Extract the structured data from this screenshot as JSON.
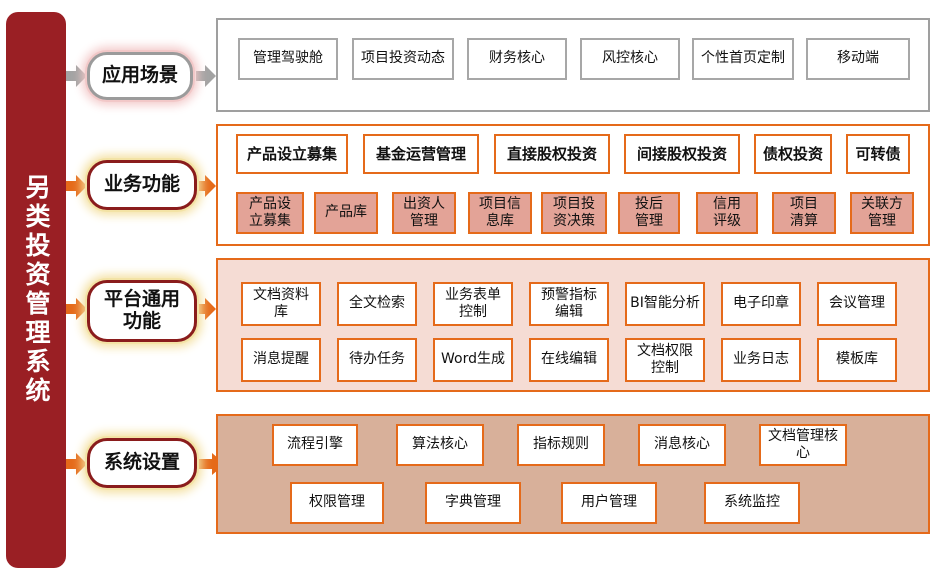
{
  "title": "另类投资管理系统",
  "colors": {
    "maroon": "#9a1f24",
    "orange": "#e56a1a",
    "gray": "#9f9f9f",
    "pink_panel": "#f5dcd4",
    "tan_panel": "#d8b09a",
    "sub_box": "#e3a397"
  },
  "rows": {
    "scenarios": {
      "label": "应用场景",
      "items": [
        "管理驾驶舱",
        "项目投资动态",
        "财务核心",
        "风控核心",
        "个性首页定制",
        "移动端"
      ]
    },
    "business": {
      "label": "业务功能",
      "main": [
        "产品设立募集",
        "基金运营管理",
        "直接股权投资",
        "间接股权投资",
        "债权投资",
        "可转债"
      ],
      "sub": [
        "产品设\n立募集",
        "产品库",
        "出资人\n管理",
        "项目信\n息库",
        "项目投\n资决策",
        "投后\n管理",
        "信用\n评级",
        "项目\n清算",
        "关联方\n管理"
      ]
    },
    "platform": {
      "label": "平台通用\n功能",
      "row1": [
        "文档资料\n库",
        "全文检索",
        "业务表单\n控制",
        "预警指标\n编辑",
        "BI智能分析",
        "电子印章",
        "会议管理"
      ],
      "row2": [
        "消息提醒",
        "待办任务",
        "Word生成",
        "在线编辑",
        "文档权限\n控制",
        "业务日志",
        "模板库"
      ]
    },
    "settings": {
      "label": "系统设置",
      "row1": [
        "流程引擎",
        "算法核心",
        "指标规则",
        "消息核心",
        "文档管理核\n心"
      ],
      "row2": [
        "权限管理",
        "字典管理",
        "用户管理",
        "系统监控"
      ]
    }
  }
}
